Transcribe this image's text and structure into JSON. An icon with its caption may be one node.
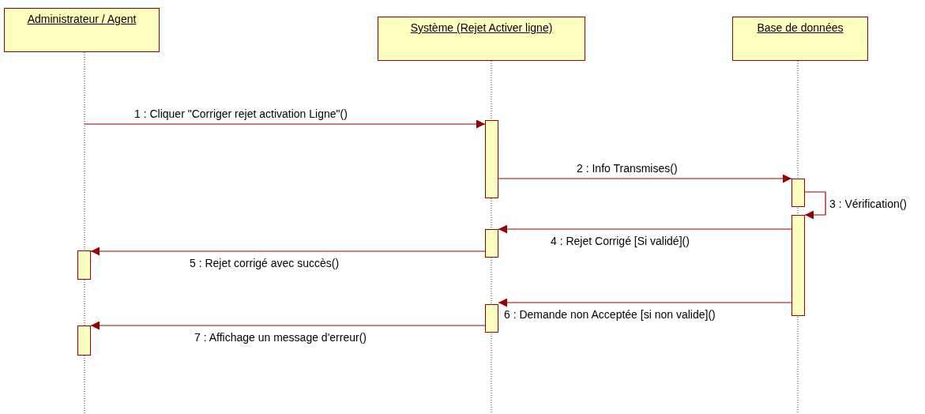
{
  "diagram": {
    "nodes": [
      {
        "text": [
          "Administrateur / Agent"
        ]
      },
      {
        "text": [
          "Système (Rejet Activer ligne)"
        ]
      },
      {
        "text": [
          "Base de données"
        ]
      },
      {
        "text": [],
        "shape": "bar"
      },
      {
        "text": [],
        "shape": "bar"
      },
      {
        "text": [],
        "shape": "bar"
      },
      {
        "text": [],
        "shape": "bar"
      },
      {
        "text": [],
        "shape": "bar"
      },
      {
        "text": [],
        "shape": "bar"
      },
      {
        "text": [],
        "shape": "bar"
      }
    ],
    "edges": [
      {
        "from": null,
        "to": 3,
        "arrow": "to",
        "label": "1 : Cliquer \"Corriger rejet activation Ligne\"()"
      },
      {
        "from": 3,
        "to": 4,
        "arrow": "to",
        "label": "2 : Info Transmises()"
      },
      {
        "from": 4,
        "to": 5,
        "arrow": "to",
        "label": "3 : Vérification()"
      },
      {
        "from": 5,
        "to": 6,
        "arrow": "to",
        "label": "4 : Rejet Corrigé [Si validé]()"
      },
      {
        "from": 6,
        "to": 7,
        "arrow": "to",
        "label": "5 : Rejet corrigé avec succès()"
      },
      {
        "from": 5,
        "to": 8,
        "arrow": "to",
        "label": "6 : Demande non Acceptée [si non valide]()"
      },
      {
        "from": 8,
        "to": 9,
        "arrow": "to",
        "label": "7 : Affichage un message d'erreur()"
      }
    ]
  }
}
